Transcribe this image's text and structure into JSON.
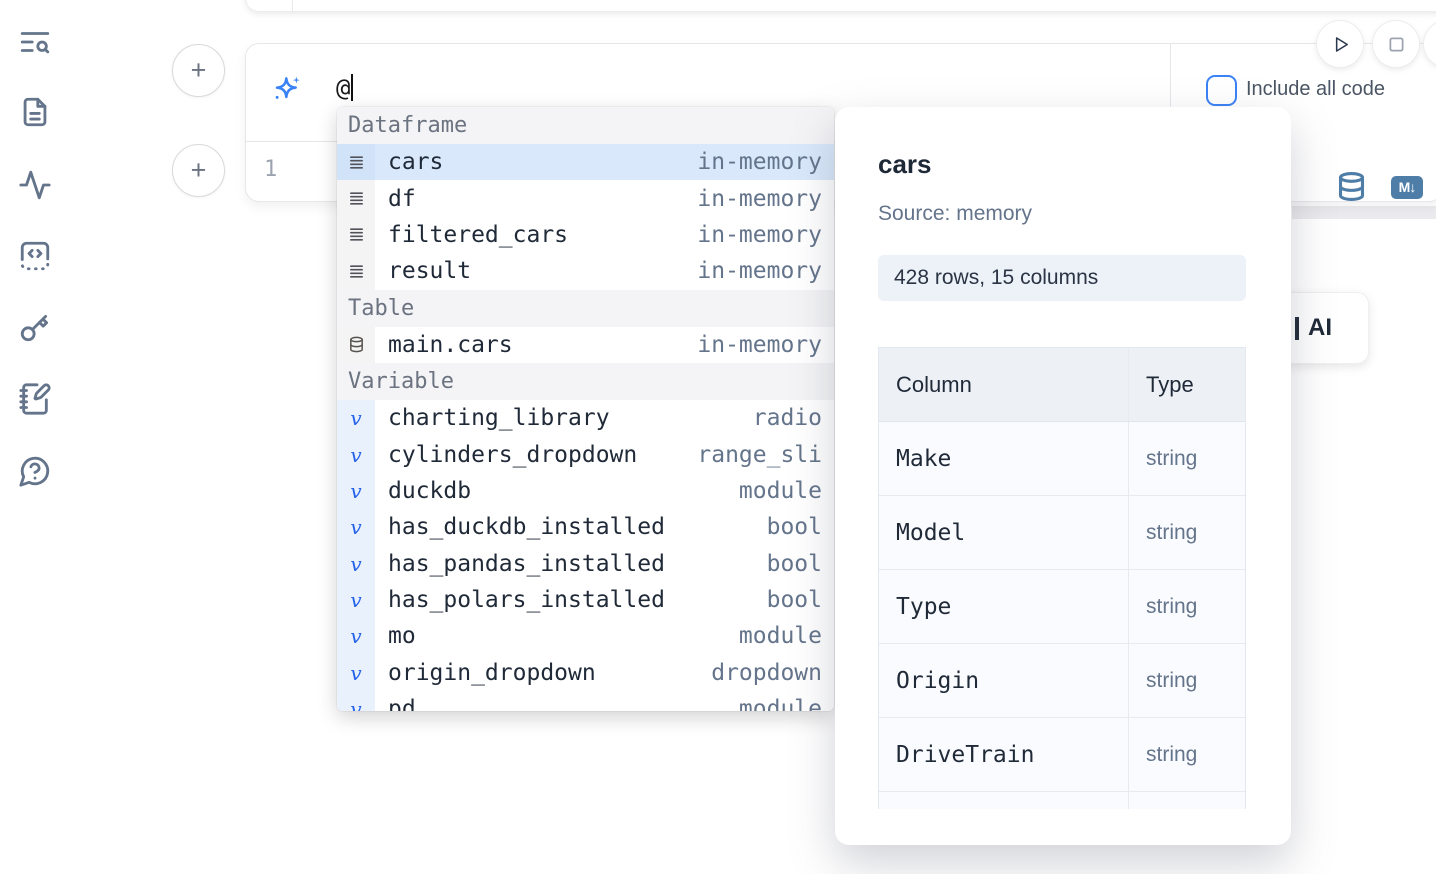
{
  "colors": {
    "accent_blue": "#3b82f6",
    "selection_blue": "#d9e9fb",
    "steel_blue_icon": "#4e7ea8",
    "muted_text": "#64748b",
    "dark_text": "#1f2937"
  },
  "sidebar": {
    "icons": [
      "list-search-icon",
      "document-icon",
      "activity-icon",
      "snippets-icon",
      "key-icon",
      "scratchpad-icon",
      "help-icon"
    ]
  },
  "toolbar": {
    "icons": [
      "play-icon",
      "stop-icon",
      "partial-hidden-button"
    ]
  },
  "cell": {
    "line_number": "1",
    "prompt_value": "@",
    "include_all_code_label": "Include all code",
    "markdown_badge": "M↓",
    "icons": [
      "sparkles-icon",
      "database-icon",
      "markdown-icon"
    ]
  },
  "ai_button": {
    "label": "AI"
  },
  "autocomplete": {
    "sections": [
      {
        "label": "Dataframe",
        "items": [
          {
            "icon": "dataframe-rows-icon",
            "name": "cars",
            "type": "in-memory",
            "selected": true
          },
          {
            "icon": "dataframe-rows-icon",
            "name": "df",
            "type": "in-memory",
            "selected": false
          },
          {
            "icon": "dataframe-rows-icon",
            "name": "filtered_cars",
            "type": "in-memory",
            "selected": false
          },
          {
            "icon": "dataframe-rows-icon",
            "name": "result",
            "type": "in-memory",
            "selected": false
          }
        ]
      },
      {
        "label": "Table",
        "items": [
          {
            "icon": "database-icon",
            "name": "main.cars",
            "type": "in-memory",
            "selected": false
          }
        ]
      },
      {
        "label": "Variable",
        "items": [
          {
            "icon": "variable-icon",
            "name": "charting_library",
            "type": "radio",
            "selected": false
          },
          {
            "icon": "variable-icon",
            "name": "cylinders_dropdown",
            "type": "range_sli",
            "selected": false
          },
          {
            "icon": "variable-icon",
            "name": "duckdb",
            "type": "module",
            "selected": false
          },
          {
            "icon": "variable-icon",
            "name": "has_duckdb_installed",
            "type": "bool",
            "selected": false
          },
          {
            "icon": "variable-icon",
            "name": "has_pandas_installed",
            "type": "bool",
            "selected": false
          },
          {
            "icon": "variable-icon",
            "name": "has_polars_installed",
            "type": "bool",
            "selected": false
          },
          {
            "icon": "variable-icon",
            "name": "mo",
            "type": "module",
            "selected": false
          },
          {
            "icon": "variable-icon",
            "name": "origin_dropdown",
            "type": "dropdown",
            "selected": false
          },
          {
            "icon": "variable-icon",
            "name": "pd",
            "type": "module",
            "selected": false,
            "clipped": true
          }
        ]
      }
    ]
  },
  "preview": {
    "title": "cars",
    "source": "Source: memory",
    "summary": "428 rows, 15 columns",
    "table": {
      "headers": [
        "Column",
        "Type"
      ],
      "rows": [
        {
          "column": "Make",
          "type": "string"
        },
        {
          "column": "Model",
          "type": "string"
        },
        {
          "column": "Type",
          "type": "string"
        },
        {
          "column": "Origin",
          "type": "string"
        },
        {
          "column": "DriveTrain",
          "type": "string"
        },
        {
          "column": "",
          "type": ""
        }
      ]
    }
  }
}
